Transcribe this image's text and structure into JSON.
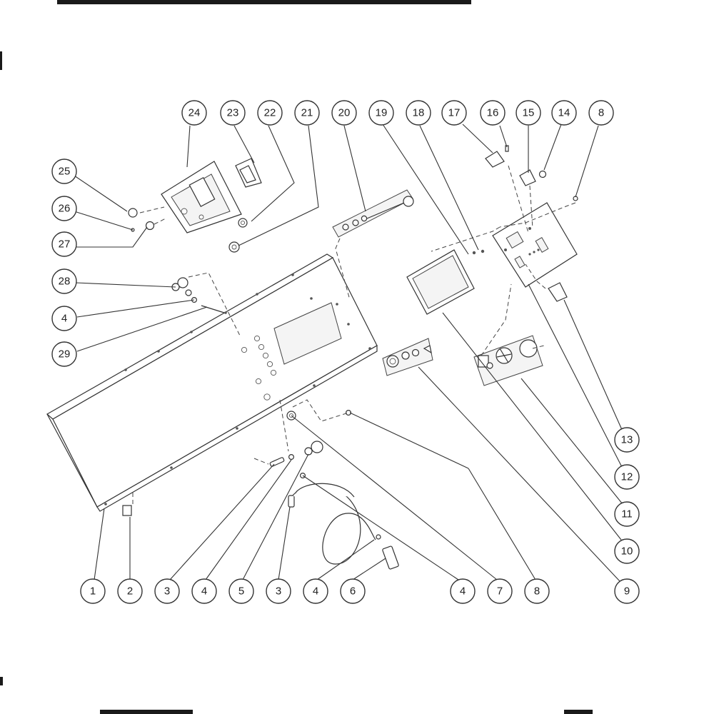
{
  "callouts": [
    "1",
    "2",
    "3",
    "4",
    "5",
    "3",
    "4",
    "6",
    "4",
    "7",
    "8",
    "9",
    "10",
    "11",
    "12",
    "13",
    "8",
    "14",
    "15",
    "16",
    "17",
    "18",
    "19",
    "20",
    "21",
    "22",
    "23",
    "24",
    "25",
    "26",
    "27",
    "28",
    "4",
    "29"
  ],
  "colors": {
    "line": "#333333",
    "background": "#ffffff",
    "panel": "#f4f4f4"
  }
}
